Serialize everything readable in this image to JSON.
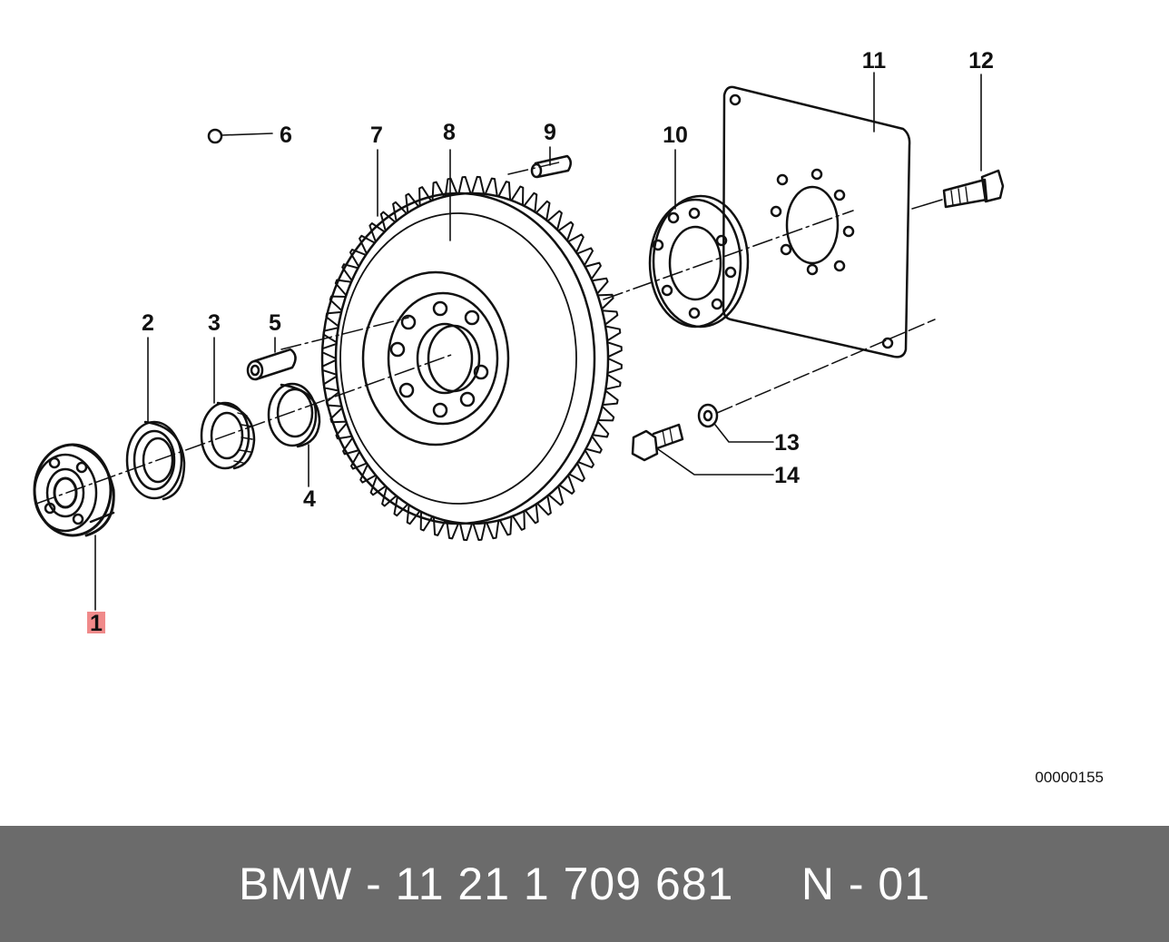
{
  "diagram": {
    "callouts": {
      "c1": "1",
      "c2": "2",
      "c3": "3",
      "c4": "4",
      "c5": "5",
      "c6": "6",
      "c7": "7",
      "c8": "8",
      "c9": "9",
      "c10": "10",
      "c11": "11",
      "c12": "12",
      "c13": "13",
      "c14": "14"
    },
    "highlighted_callout": "1",
    "highlight_color": "#f08a8a",
    "reference_code": "00000155"
  },
  "footer": {
    "brand": "BMW",
    "part_number": "11 21 1 709 681",
    "position": "N - 01",
    "background": "#6b6b6b"
  }
}
